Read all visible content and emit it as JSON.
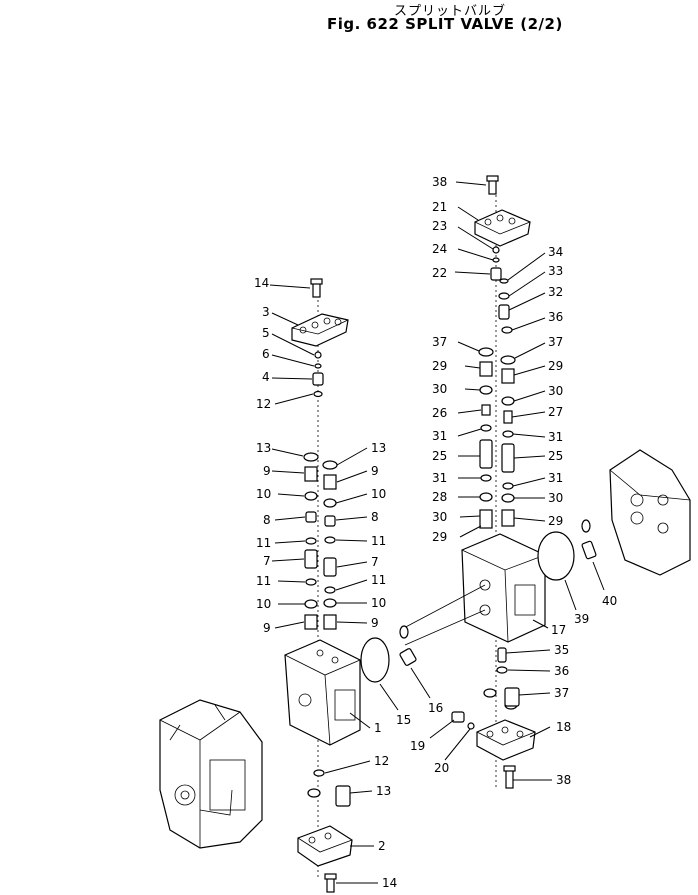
{
  "header": {
    "subtitle": "スプリットバルブ",
    "title": "Fig. 622 SPLIT VALVE (2/2)"
  },
  "labels": {
    "p1": "1",
    "p2": "2",
    "p3": "3",
    "p4": "4",
    "p5": "5",
    "p6": "6",
    "p7": "7",
    "p8": "8",
    "p9": "9",
    "p10": "10",
    "p11": "11",
    "p12": "12",
    "p13": "13",
    "p14": "14",
    "p15": "15",
    "p16": "16",
    "p17": "17",
    "p18": "18",
    "p19": "19",
    "p20": "20",
    "p21": "21",
    "p22": "22",
    "p23": "23",
    "p24": "24",
    "p25": "25",
    "p26": "26",
    "p27": "27",
    "p28": "28",
    "p29": "29",
    "p30": "30",
    "p31": "31",
    "p32": "32",
    "p33": "33",
    "p34": "34",
    "p35": "35",
    "p36": "36",
    "p37": "37",
    "p38": "38",
    "p39": "39",
    "p40": "40"
  }
}
